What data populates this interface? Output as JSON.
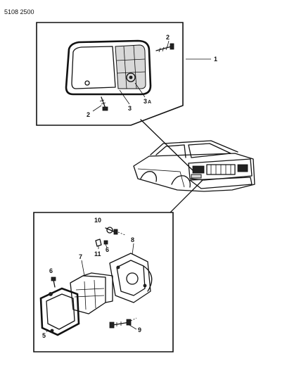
{
  "drawing_code": "5108 2500",
  "callouts": {
    "c1": "1",
    "c2a": "2",
    "c2b": "2",
    "c3": "3",
    "c3a": "3",
    "c3a_suffix": "A",
    "c5": "5",
    "c6a": "6",
    "c6b": "6",
    "c7": "7",
    "c8": "8",
    "c9": "9",
    "c10": "10",
    "c11": "11"
  }
}
